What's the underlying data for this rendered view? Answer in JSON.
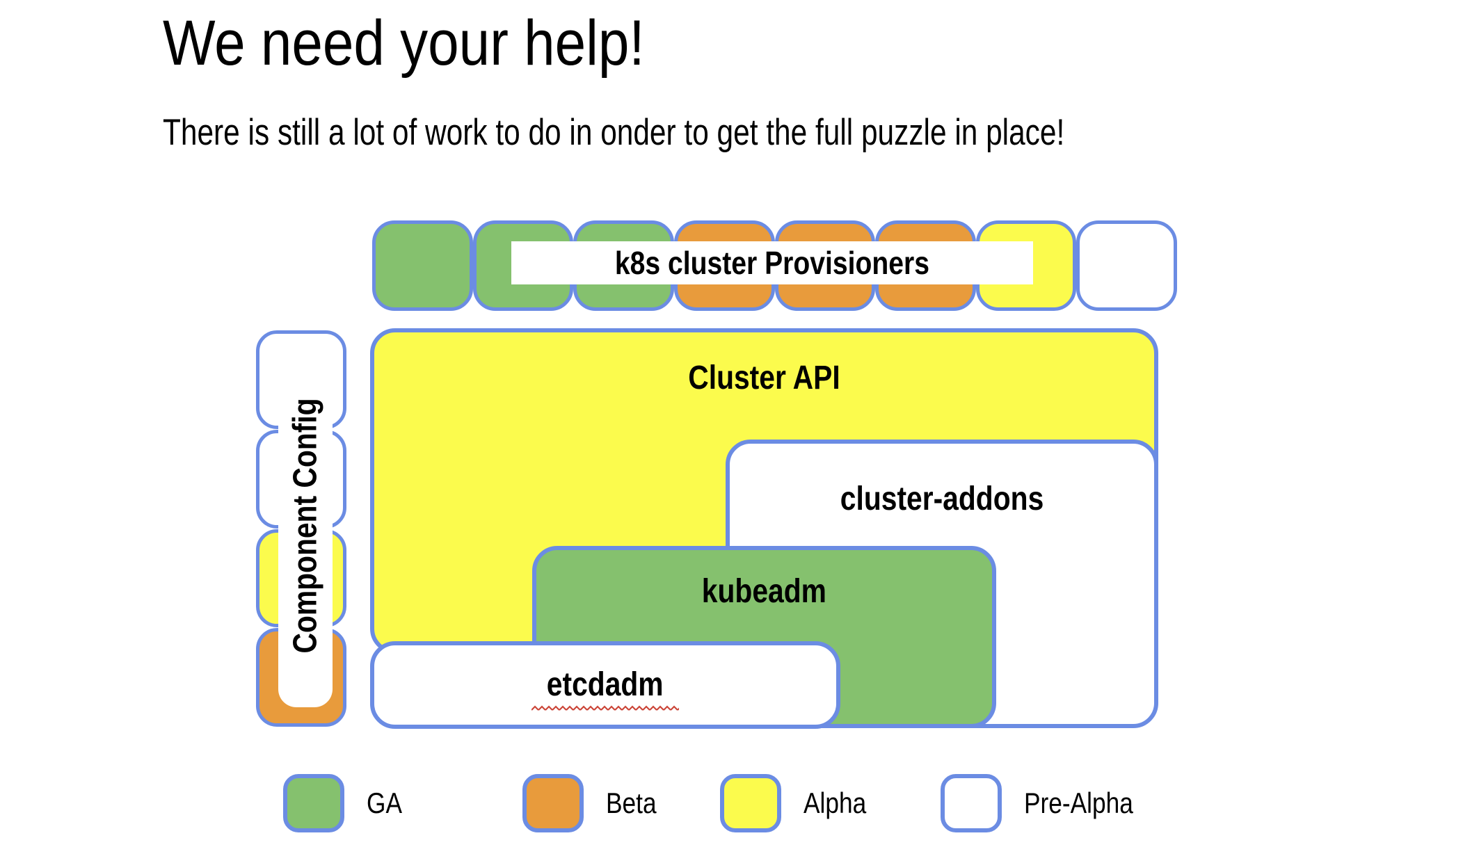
{
  "slide": {
    "title": "We need your help!",
    "subtitle": "There is still a lot of work to do in onder to get the full puzzle in place!"
  },
  "diagram": {
    "provisioners": {
      "label": "k8s cluster Provisioners",
      "squares": [
        "GA",
        "GA",
        "GA",
        "Beta",
        "Beta",
        "Beta",
        "Alpha",
        "Pre-Alpha"
      ]
    },
    "component_config": {
      "label": "Component Config",
      "squares": [
        "Pre-Alpha",
        "Pre-Alpha",
        "Alpha",
        "Beta"
      ]
    },
    "cluster_api": {
      "label": "Cluster API",
      "status": "Alpha"
    },
    "cluster_addons": {
      "label": "cluster-addons",
      "status": "Pre-Alpha"
    },
    "kubeadm": {
      "label": "kubeadm",
      "status": "GA"
    },
    "etcdadm": {
      "label": "etcdadm",
      "status": "Pre-Alpha",
      "spellcheck_underline": true
    }
  },
  "legend": {
    "items": [
      {
        "label": "GA",
        "color": "#85C16E"
      },
      {
        "label": "Beta",
        "color": "#E89B3C"
      },
      {
        "label": "Alpha",
        "color": "#FBFB4D"
      },
      {
        "label": "Pre-Alpha",
        "color": "#FFFFFF"
      }
    ]
  },
  "colors": {
    "ga_green": "#85C16E",
    "beta_orange": "#E89B3C",
    "alpha_yellow": "#FBFB4D",
    "pre_alpha_white": "#FFFFFF",
    "border_blue": "#6B8CE3",
    "text": "#000000",
    "spellcheck_underline_red": "#CB4437",
    "background": "#FFFFFF"
  }
}
